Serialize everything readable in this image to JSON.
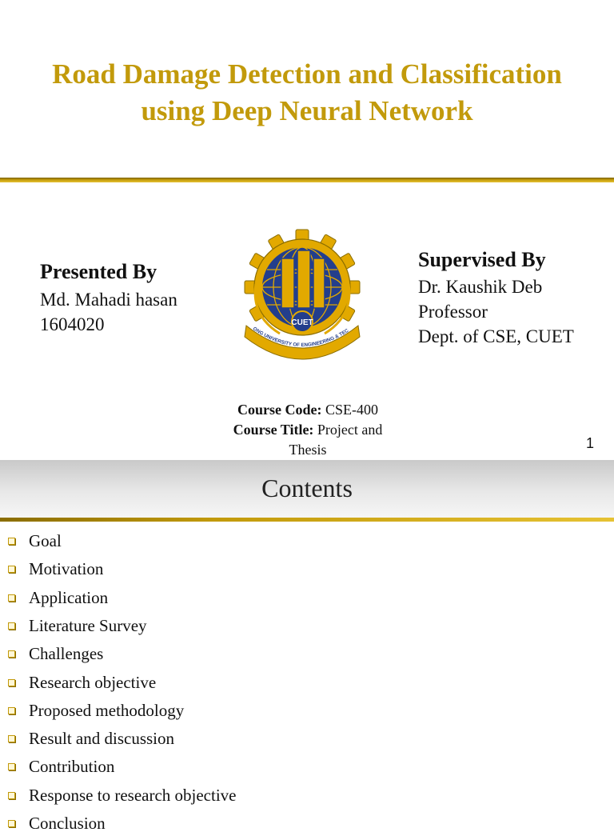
{
  "slide1": {
    "title_line1": "Road Damage Detection and Classification",
    "title_line2": "using Deep Neural Network",
    "presented": {
      "heading": "Presented By",
      "name": "Md. Mahadi hasan",
      "id": "1604020"
    },
    "supervised": {
      "heading": "Supervised By",
      "name": "Dr. Kaushik Deb",
      "position": "Professor",
      "dept": "Dept. of CSE, CUET"
    },
    "logo": {
      "emblem_text": "CUET",
      "ribbon_text": "CHITTAGONG UNIVERSITY OF ENGINEERING & TECHNOLOGY"
    },
    "course": {
      "code_label": "Course Code:",
      "code_value": "CSE-400",
      "title_label": "Course Title:",
      "title_value_line1": "Project and",
      "title_value_line2": "Thesis"
    },
    "page_number": "1"
  },
  "slide2": {
    "title": "Contents",
    "items": [
      "Goal",
      "Motivation",
      "Application",
      "Literature Survey",
      "Challenges",
      "Research objective",
      "Proposed methodology",
      "Result and discussion",
      "Contribution",
      "Response to research objective",
      "Conclusion"
    ]
  },
  "colors": {
    "accent_gold": "#c29a0b",
    "logo_blue": "#233e8c",
    "logo_gold": "#e2a900"
  }
}
